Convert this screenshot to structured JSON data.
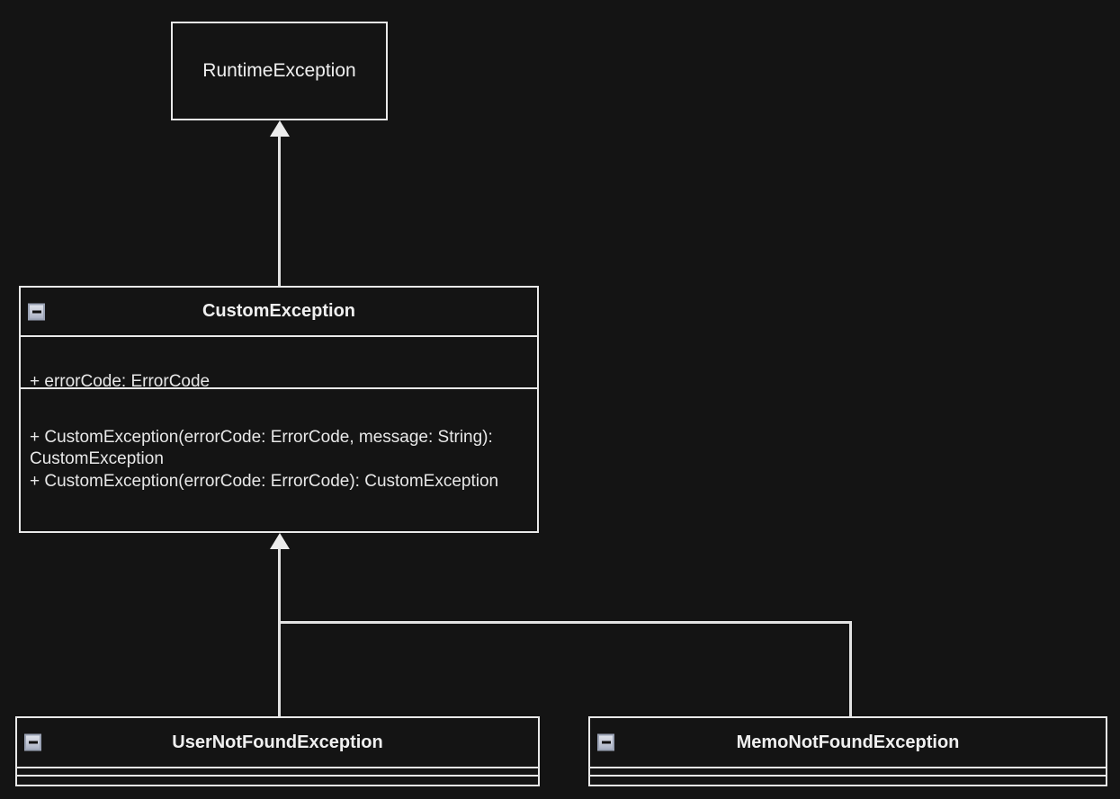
{
  "diagram": {
    "type": "uml-class-diagram",
    "background_color": "#141414",
    "line_color": "#e9e9e9",
    "text_color": "#f0f0f0"
  },
  "classes": {
    "runtime_exception": {
      "name": "RuntimeException",
      "bold": false,
      "has_collapse_icon": false,
      "attributes": [],
      "methods": []
    },
    "custom_exception": {
      "name": "CustomException",
      "bold": true,
      "has_collapse_icon": true,
      "collapse_icon": "collapse-minus-icon",
      "attributes_text": "+ errorCode: ErrorCode",
      "methods_text": "+ CustomException(errorCode: ErrorCode, message: String): CustomException\n+ CustomException(errorCode: ErrorCode): CustomException"
    },
    "user_not_found_exception": {
      "name": "UserNotFoundException",
      "bold": true,
      "has_collapse_icon": true,
      "collapse_icon": "collapse-minus-icon",
      "attributes_text": "",
      "methods_text": ""
    },
    "memo_not_found_exception": {
      "name": "MemoNotFoundException",
      "bold": true,
      "has_collapse_icon": true,
      "collapse_icon": "collapse-minus-icon",
      "attributes_text": "",
      "methods_text": ""
    }
  },
  "relationships": [
    {
      "id": "custom-to-runtime",
      "kind": "generalization",
      "from": "CustomException",
      "to": "RuntimeException"
    },
    {
      "id": "usernotfound-to-custom",
      "kind": "generalization",
      "from": "UserNotFoundException",
      "to": "CustomException"
    },
    {
      "id": "memonotfound-to-custom",
      "kind": "generalization",
      "from": "MemoNotFoundException",
      "to": "CustomException"
    }
  ]
}
